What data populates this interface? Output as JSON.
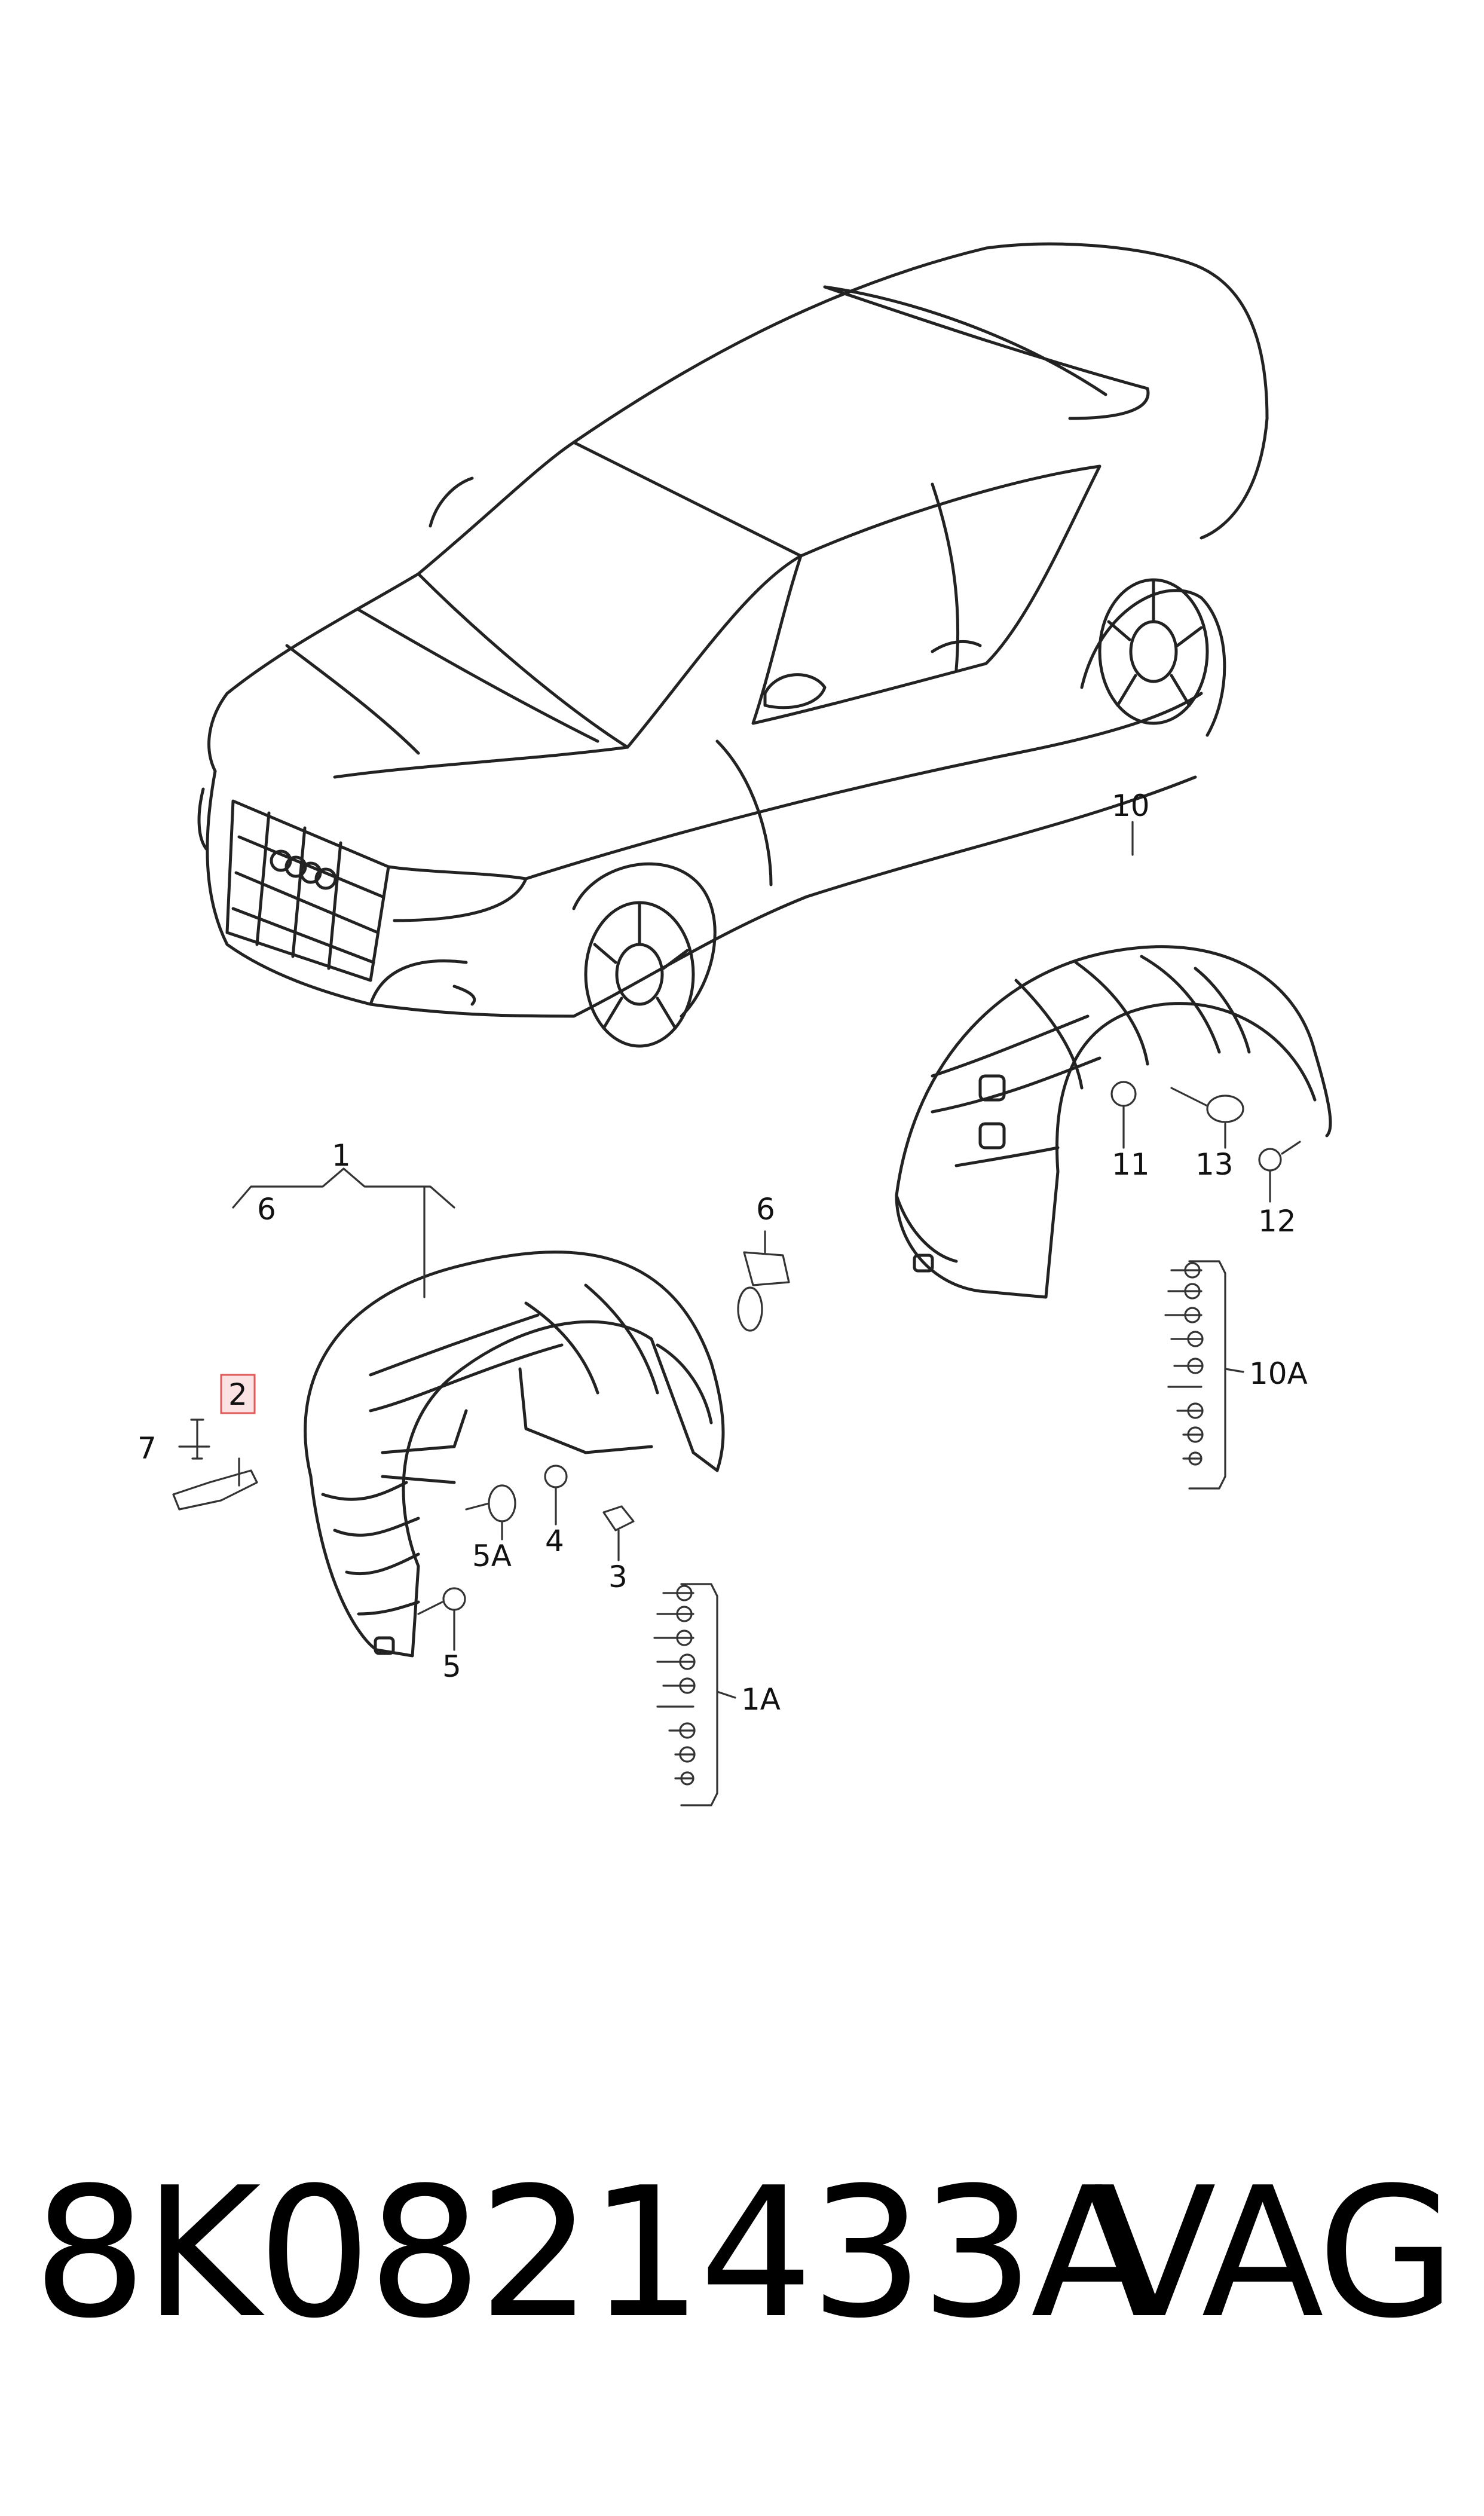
{
  "callouts": {
    "c1": "1",
    "c1a": "1A",
    "c2": "2",
    "c3": "3",
    "c4": "4",
    "c5": "5",
    "c5a": "5A",
    "c6_left": "6",
    "c6_right": "6",
    "c7": "7",
    "c10": "10",
    "c10a": "10A",
    "c11": "11",
    "c12": "12",
    "c13": "13"
  },
  "footer": {
    "part_number": "8K0821433A",
    "brand": "VAG"
  },
  "highlight_color": "#e05a5a"
}
